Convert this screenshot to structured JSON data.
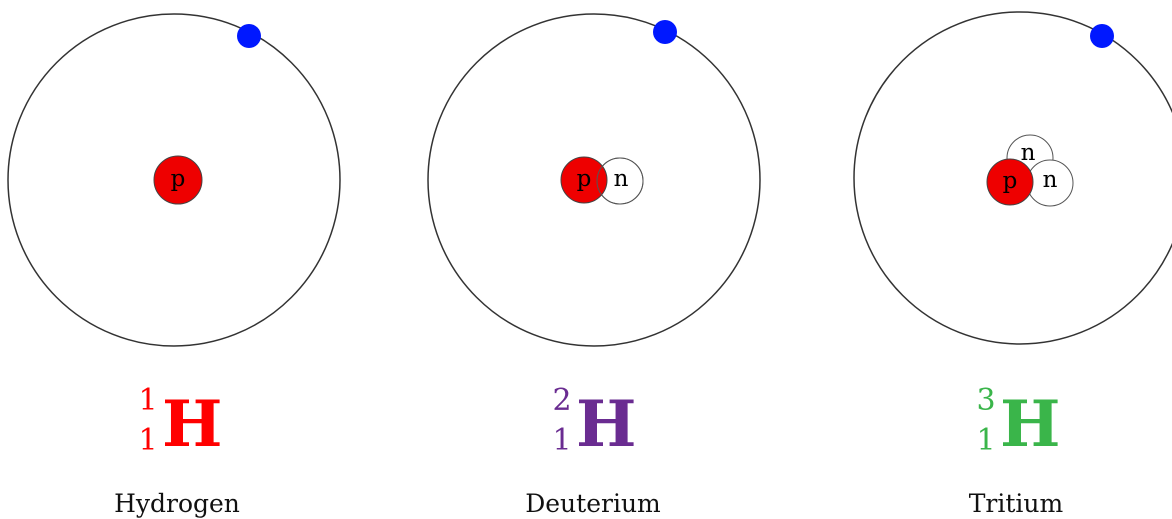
{
  "colors": {
    "orbit": "#333333",
    "electron": "#0018ff",
    "proton": "#ee0000",
    "neutron": "#ffffff"
  },
  "particle_labels": {
    "proton": "p",
    "neutron": "n"
  },
  "isotopes": [
    {
      "name": "Hydrogen",
      "symbol": "H",
      "mass_number": "1",
      "atomic_number": "1",
      "color": "#ff0000",
      "protons": 1,
      "neutrons": 0,
      "electrons": 1
    },
    {
      "name": "Deuterium",
      "symbol": "H",
      "mass_number": "2",
      "atomic_number": "1",
      "color": "#6a2c91",
      "protons": 1,
      "neutrons": 1,
      "electrons": 1
    },
    {
      "name": "Tritium",
      "symbol": "H",
      "mass_number": "3",
      "atomic_number": "1",
      "color": "#3ab54a",
      "protons": 1,
      "neutrons": 2,
      "electrons": 1
    }
  ]
}
